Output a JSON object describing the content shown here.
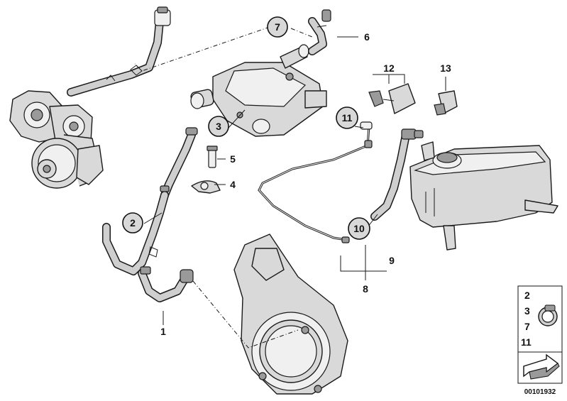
{
  "callouts": {
    "c1": "1",
    "c2": "2",
    "c3": "3",
    "c4": "4",
    "c5": "5",
    "c6": "6",
    "c7": "7",
    "c8": "8",
    "c9": "9",
    "c10": "10",
    "c11": "11",
    "c12": "12",
    "c13": "13"
  },
  "legend": {
    "items": [
      "2",
      "3",
      "7",
      "11"
    ]
  },
  "doc_number": "00101932"
}
